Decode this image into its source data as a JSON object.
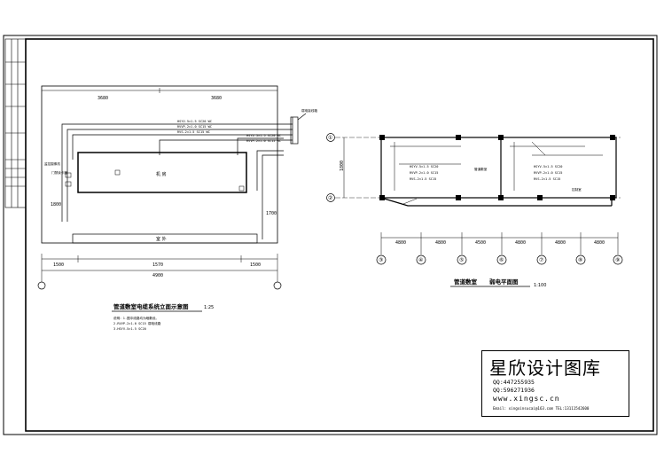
{
  "titles": {
    "left": "管道敷室电缆系统立面示意图",
    "left_scale": "1:25",
    "right": "管道敷室",
    "right_sub": "弱电平面图",
    "right_scale": "1:100"
  },
  "left_plan": {
    "top_dims": [
      "3680",
      "3680"
    ],
    "bottom_dims": [
      "1500",
      "1570",
      "1500"
    ],
    "total_dim": "4900",
    "side_dim": "1800",
    "side_dim2": "1700",
    "room_label": "机 房",
    "bottom_label": "室 外",
    "cable_labels": [
      "HSYV-5×1.5 SC20 WC",
      "RVVP-2×1.0 SC15 WC",
      "RVS-2×1.5 SC15 WC"
    ],
    "box_label": "弱电接线箱",
    "left_notes": [
      "监控摄像机",
      "门禁读卡器"
    ],
    "notes": [
      "说明：1.图中线路均为暗敷设。",
      "2.RVVP-2×1.0 SC15 弱电线路",
      "3.HSYV-5×1.5 SC20"
    ]
  },
  "right_plan": {
    "axes": [
      "③",
      "④",
      "⑤",
      "⑥",
      "⑦",
      "⑧",
      "⑨"
    ],
    "row_axes": [
      "①",
      "②"
    ],
    "dims": [
      "4800",
      "4800",
      "4500",
      "4800",
      "4800",
      "4800"
    ],
    "left_dim": "1800",
    "room_labels": [
      "管道敷室",
      "控制室"
    ],
    "cable_labels": [
      "HSYV-5×1.5 SC20",
      "RVVP-2×1.0 SC15",
      "RVS-2×1.5 SC15"
    ]
  },
  "watermark": {
    "title": "星欣设计图库",
    "qq1": "QQ:447255935",
    "qq2": "QQ:596271936",
    "website": "www.xingsc.cn",
    "email_tel": "Email: xingxinsucai@163.com  TEL:13111542600"
  }
}
